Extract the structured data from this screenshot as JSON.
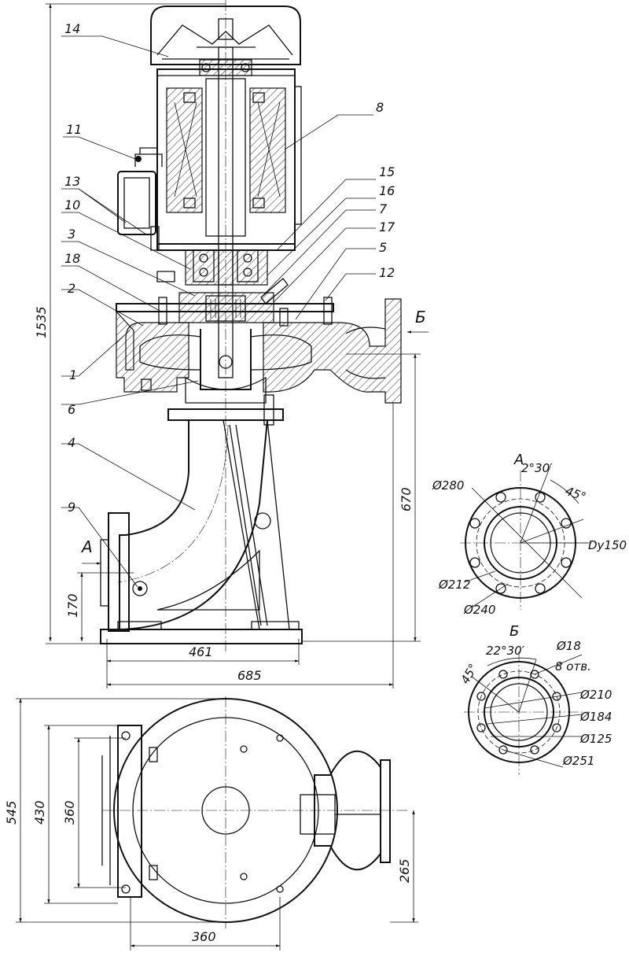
{
  "drawing": {
    "part_numbers": [
      "14",
      "8",
      "11",
      "13",
      "15",
      "10",
      "16",
      "7",
      "3",
      "17",
      "5",
      "18",
      "12",
      "2",
      "1",
      "6",
      "4",
      "9"
    ],
    "dimensions": {
      "height_total": "1535",
      "height_670": "670",
      "height_170": "170",
      "width_461": "461",
      "width_685": "685",
      "plan_545": "545",
      "plan_430": "430",
      "plan_360_v": "360",
      "plan_265": "265",
      "plan_360_h": "360"
    },
    "views": {
      "view_a": "А",
      "view_b": "Б"
    },
    "flange_a": {
      "angle_small": "2°30′",
      "angle_45": "45°",
      "d280": "Ø280",
      "dn": "Dу150",
      "d212": "Ø212",
      "d240": "Ø240"
    },
    "flange_b": {
      "angle_45": "45°",
      "angle_22": "22°30′",
      "d18": "Ø18",
      "holes": "8 отв.",
      "d210": "Ø210",
      "d184": "Ø184",
      "d125": "Ø125",
      "d251": "Ø251"
    }
  }
}
